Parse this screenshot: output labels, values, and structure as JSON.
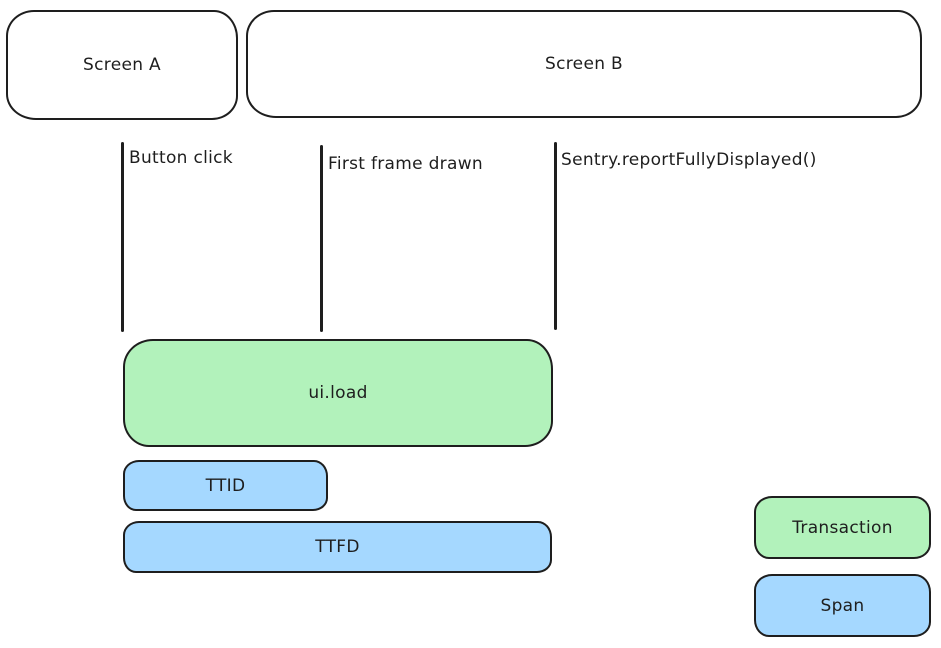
{
  "colors": {
    "stroke": "#1e1e1e",
    "transaction_fill": "#b2f2bb",
    "span_fill": "#a5d8ff",
    "background": "#ffffff"
  },
  "screens": [
    {
      "label": "Screen A"
    },
    {
      "label": "Screen B"
    }
  ],
  "markers": [
    {
      "label": "Button click"
    },
    {
      "label": "First frame drawn"
    },
    {
      "label": "Sentry.reportFullyDisplayed()"
    }
  ],
  "bars": [
    {
      "label": "ui.load",
      "kind": "transaction"
    },
    {
      "label": "TTID",
      "kind": "span"
    },
    {
      "label": "TTFD",
      "kind": "span"
    }
  ],
  "legend": [
    {
      "label": "Transaction",
      "kind": "transaction"
    },
    {
      "label": "Span",
      "kind": "span"
    }
  ]
}
